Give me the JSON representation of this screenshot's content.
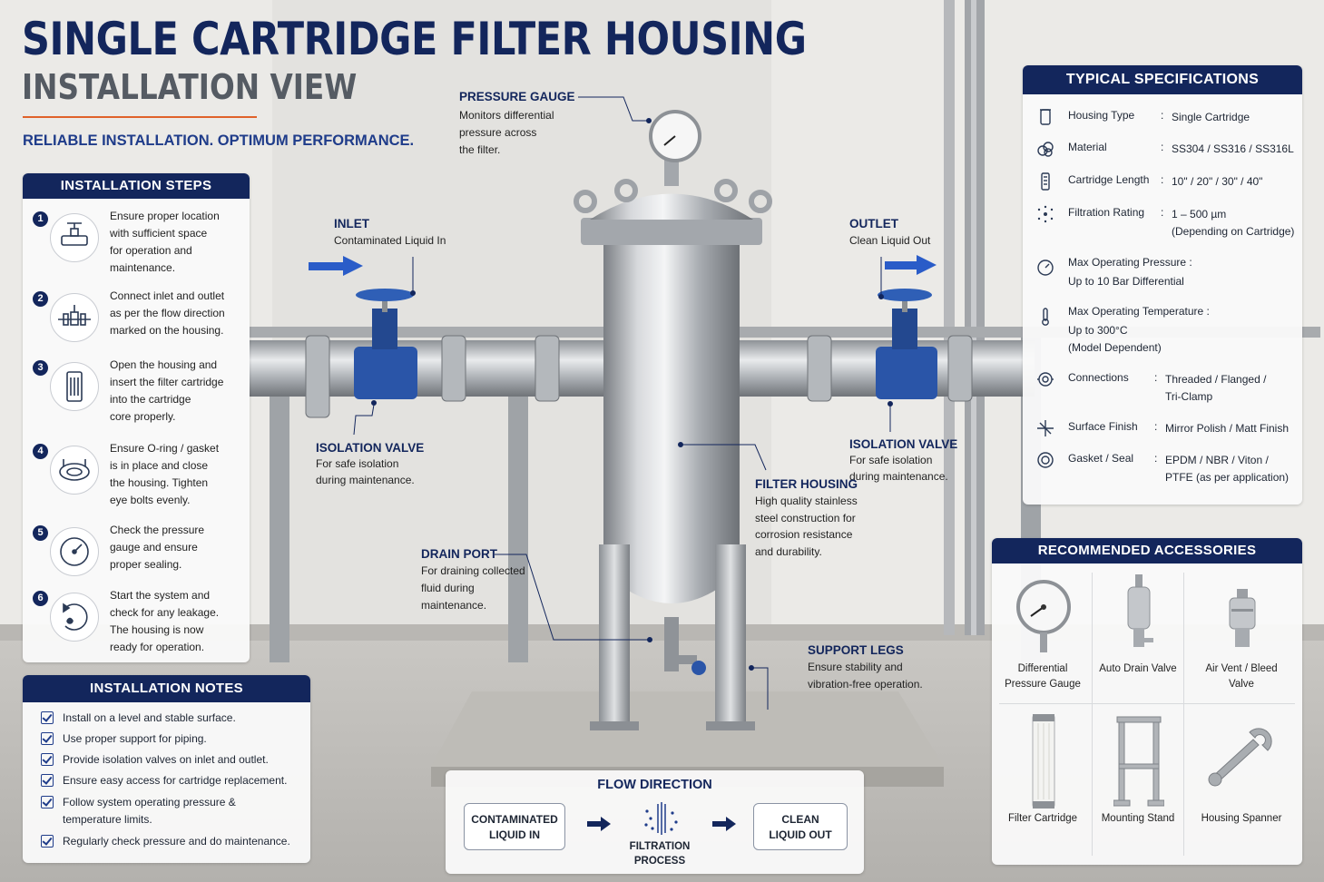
{
  "header": {
    "title": "SINGLE CARTRIDGE FILTER HOUSING",
    "subtitle": "INSTALLATION VIEW",
    "tagline": "RELIABLE INSTALLATION. OPTIMUM PERFORMANCE."
  },
  "colors": {
    "navy": "#13265c",
    "accent_orange": "#e0622a",
    "flow_blue": "#2a5cc8",
    "valve_blue": "#2a55a8"
  },
  "installation_steps": {
    "title": "INSTALLATION STEPS",
    "steps": [
      {
        "number": "1",
        "icon": "valve-location-icon",
        "lines": [
          "Ensure proper location",
          "with sufficient space",
          "for operation and",
          "maintenance."
        ]
      },
      {
        "number": "2",
        "icon": "pipe-connection-icon",
        "lines": [
          "Connect inlet and outlet",
          "as per the flow direction",
          "marked on the housing."
        ]
      },
      {
        "number": "3",
        "icon": "filter-cartridge-icon",
        "lines": [
          "Open the housing and",
          "insert the filter cartridge",
          "into the cartridge",
          "core properly."
        ]
      },
      {
        "number": "4",
        "icon": "gasket-icon",
        "lines": [
          "Ensure O-ring / gasket",
          "is in place and close",
          "the housing. Tighten",
          "eye bolts evenly."
        ]
      },
      {
        "number": "5",
        "icon": "pressure-gauge-icon",
        "lines": [
          "Check the pressure",
          "gauge and ensure",
          "proper sealing."
        ]
      },
      {
        "number": "6",
        "icon": "leak-check-icon",
        "lines": [
          "Start the system and",
          "check for any leakage.",
          "The housing is now",
          "ready for operation."
        ]
      }
    ]
  },
  "installation_notes": {
    "title": "INSTALLATION NOTES",
    "notes": [
      [
        "Install on a level and stable surface."
      ],
      [
        "Use proper support for piping."
      ],
      [
        "Provide isolation valves on inlet and outlet."
      ],
      [
        "Ensure easy access for cartridge replacement."
      ],
      [
        "Follow system operating pressure &",
        "temperature limits."
      ],
      [
        "Regularly check pressure and do maintenance."
      ]
    ]
  },
  "callouts": {
    "pressure_gauge": {
      "title": "PRESSURE GAUGE",
      "lines": [
        "Monitors differential",
        "pressure across",
        "the filter."
      ]
    },
    "inlet": {
      "title": "INLET",
      "lines": [
        "Contaminated Liquid In"
      ]
    },
    "outlet": {
      "title": "OUTLET",
      "lines": [
        "Clean Liquid Out"
      ]
    },
    "isolation_valve_left": {
      "title": "ISOLATION VALVE",
      "lines": [
        "For safe isolation",
        "during maintenance."
      ]
    },
    "isolation_valve_right": {
      "title": "ISOLATION VALVE",
      "lines": [
        "For safe isolation",
        "during maintenance."
      ]
    },
    "filter_housing": {
      "title": "FILTER HOUSING",
      "lines": [
        "High quality stainless",
        "steel construction for",
        "corrosion resistance",
        "and durability."
      ]
    },
    "drain_port": {
      "title": "DRAIN PORT",
      "lines": [
        "For draining collected",
        "fluid during",
        "maintenance."
      ]
    },
    "support_legs": {
      "title": "SUPPORT LEGS",
      "lines": [
        "Ensure stability and",
        "vibration-free operation."
      ]
    }
  },
  "flow_direction": {
    "title": "FLOW DIRECTION",
    "input": [
      "CONTAMINATED",
      "LIQUID IN"
    ],
    "process": [
      "FILTRATION",
      "PROCESS"
    ],
    "output": [
      "CLEAN",
      "LIQUID OUT"
    ]
  },
  "specifications": {
    "title": "TYPICAL SPECIFICATIONS",
    "rows": [
      {
        "icon": "housing-icon",
        "name": "Housing Type",
        "sep": ":",
        "value": [
          "Single Cartridge"
        ]
      },
      {
        "icon": "material-icon",
        "name": "Material",
        "sep": ":",
        "value": [
          "SS304 / SS316 / SS316L"
        ]
      },
      {
        "icon": "cartridge-icon",
        "name": "Cartridge Length",
        "sep": ":",
        "value": [
          "10\" / 20\" / 30\" / 40\""
        ]
      },
      {
        "icon": "filtration-icon",
        "name": "Filtration Rating",
        "sep": ":",
        "value": [
          "1 – 500 µm",
          "(Depending on Cartridge)"
        ]
      },
      {
        "icon": "gauge-icon",
        "name": "Max Operating Pressure :",
        "sep": "",
        "value": [
          "Up to 10 Bar Differential"
        ]
      },
      {
        "icon": "thermometer-icon",
        "name": "Max Operating Temperature :",
        "sep": "",
        "value": [
          "Up to 300°C",
          "(Model Dependent)"
        ]
      },
      {
        "icon": "connection-icon",
        "name": "Connections",
        "sep": ":",
        "value": [
          "Threaded / Flanged /",
          "Tri-Clamp"
        ]
      },
      {
        "icon": "sparkle-icon",
        "name": "Surface Finish",
        "sep": ":",
        "value": [
          "Mirror Polish / Matt Finish"
        ]
      },
      {
        "icon": "gasket-seal-icon",
        "name": "Gasket / Seal",
        "sep": ":",
        "value": [
          "EPDM / NBR / Viton /",
          "PTFE (as per application)"
        ]
      }
    ]
  },
  "accessories": {
    "title": "RECOMMENDED ACCESSORIES",
    "items": [
      {
        "icon": "differential-gauge-icon",
        "lines": [
          "Differential",
          "Pressure Gauge"
        ]
      },
      {
        "icon": "auto-drain-valve-icon",
        "lines": [
          "Auto Drain Valve"
        ]
      },
      {
        "icon": "air-vent-valve-icon",
        "lines": [
          "Air Vent / Bleed Valve"
        ]
      },
      {
        "icon": "filter-cartridge-icon",
        "lines": [
          "Filter Cartridge"
        ]
      },
      {
        "icon": "mounting-stand-icon",
        "lines": [
          "Mounting Stand"
        ]
      },
      {
        "icon": "housing-spanner-icon",
        "lines": [
          "Housing Spanner"
        ]
      }
    ]
  }
}
